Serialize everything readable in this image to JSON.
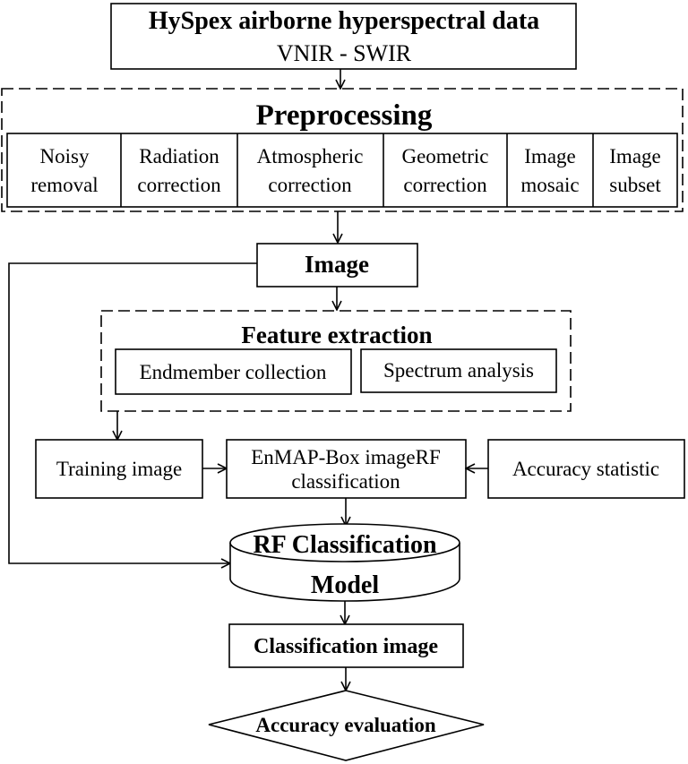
{
  "source": {
    "title": "HySpex airborne hyperspectral data",
    "subtitle": "VNIR - SWIR"
  },
  "preprocessing": {
    "title": "Preprocessing",
    "steps": [
      {
        "line1": "Noisy",
        "line2": "removal"
      },
      {
        "line1": "Radiation",
        "line2": "correction"
      },
      {
        "line1": "Atmospheric",
        "line2": "correction"
      },
      {
        "line1": "Geometric",
        "line2": "correction"
      },
      {
        "line1": "Image",
        "line2": "mosaic"
      },
      {
        "line1": "Image",
        "line2": "subset"
      }
    ]
  },
  "image": {
    "label": "Image"
  },
  "feature_extraction": {
    "title": "Feature extraction",
    "endmember": "Endmember collection",
    "spectrum": "Spectrum analysis"
  },
  "training": {
    "label": "Training image"
  },
  "enmap": {
    "line1": "EnMAP-Box imageRF",
    "line2": "classification"
  },
  "accuracy_statistic": {
    "label": "Accuracy statistic"
  },
  "model": {
    "line1": "RF Classification",
    "line2": "Model"
  },
  "classification_image": {
    "label": "Classification image"
  },
  "evaluation": {
    "label": "Accuracy evaluation"
  }
}
